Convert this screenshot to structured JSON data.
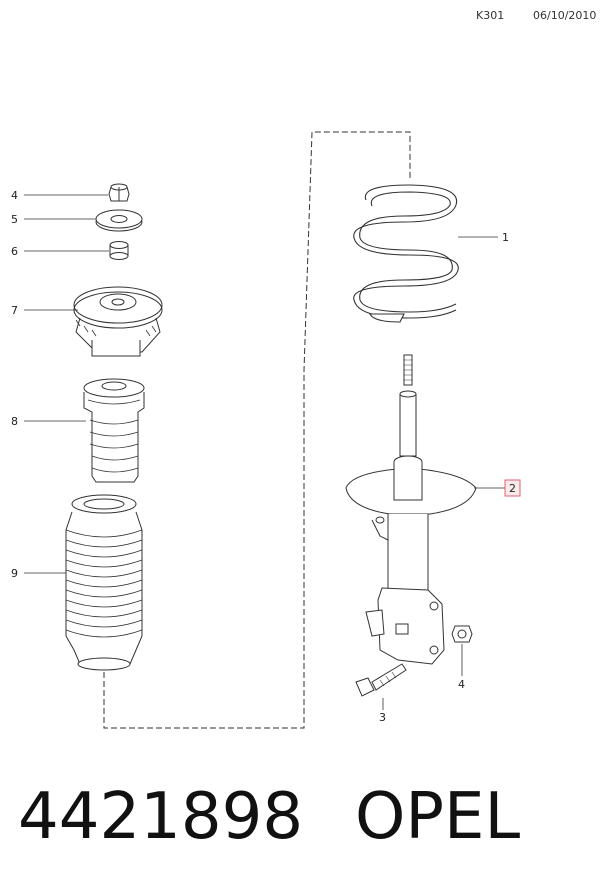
{
  "header": {
    "code": "K301",
    "date": "06/10/2010"
  },
  "callouts": {
    "c1": "1",
    "c2": "2",
    "c3": "3",
    "c4_left": "4",
    "c4_right": "4",
    "c5": "5",
    "c6": "6",
    "c7": "7",
    "c8": "8",
    "c9": "9"
  },
  "highlight_color": "#e06070",
  "footer": {
    "part_number": "4421898",
    "brand": "OPEL"
  }
}
